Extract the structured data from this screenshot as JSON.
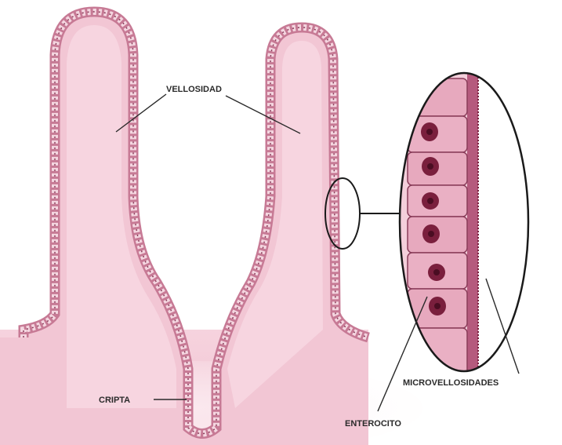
{
  "labels": {
    "villus": "VELLOSIDAD",
    "crypt": "CRIPTA",
    "microvilli": "MICROVELLOSIDADES",
    "enterocyte": "ENTEROCITO"
  },
  "colors": {
    "background": "#ffffff",
    "tissue": "#f2c6d4",
    "tissue_light": "#f8dfe7",
    "epithelium": "#c77a95",
    "epithelium_dark": "#8a3d5a",
    "cell": "#e7a9be",
    "nucleus": "#7a1f3d",
    "nucleus_inner": "#4a0d22",
    "outline": "#1a1a1a"
  }
}
